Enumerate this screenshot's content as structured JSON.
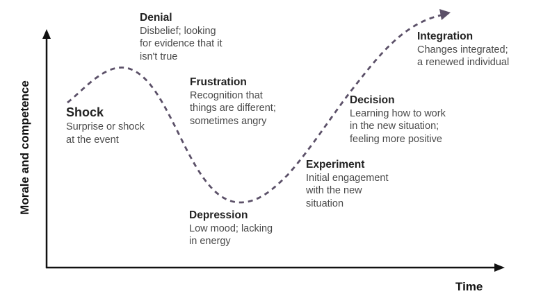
{
  "axes": {
    "y_label": "Morale and competence",
    "x_label": "Time"
  },
  "colors": {
    "axis": "#111111",
    "curve": "#5b5068",
    "text": "#4a4a4a"
  },
  "stages": [
    {
      "id": "shock",
      "title": "Shock",
      "description": "Surprise or shock\nat the event"
    },
    {
      "id": "denial",
      "title": "Denial",
      "description": "Disbelief; looking\nfor evidence that it\nisn't true"
    },
    {
      "id": "frustration",
      "title": "Frustration",
      "description": "Recognition that\nthings are different;\nsometimes angry"
    },
    {
      "id": "depression",
      "title": "Depression",
      "description": "Low mood; lacking\nin energy"
    },
    {
      "id": "experiment",
      "title": "Experiment",
      "description": "Initial engagement\nwith the new\nsituation"
    },
    {
      "id": "decision",
      "title": "Decision",
      "description": "Learning how to work\nin the new situation;\nfeeling more positive"
    },
    {
      "id": "integration",
      "title": "Integration",
      "description": "Changes integrated;\na renewed individual"
    }
  ]
}
